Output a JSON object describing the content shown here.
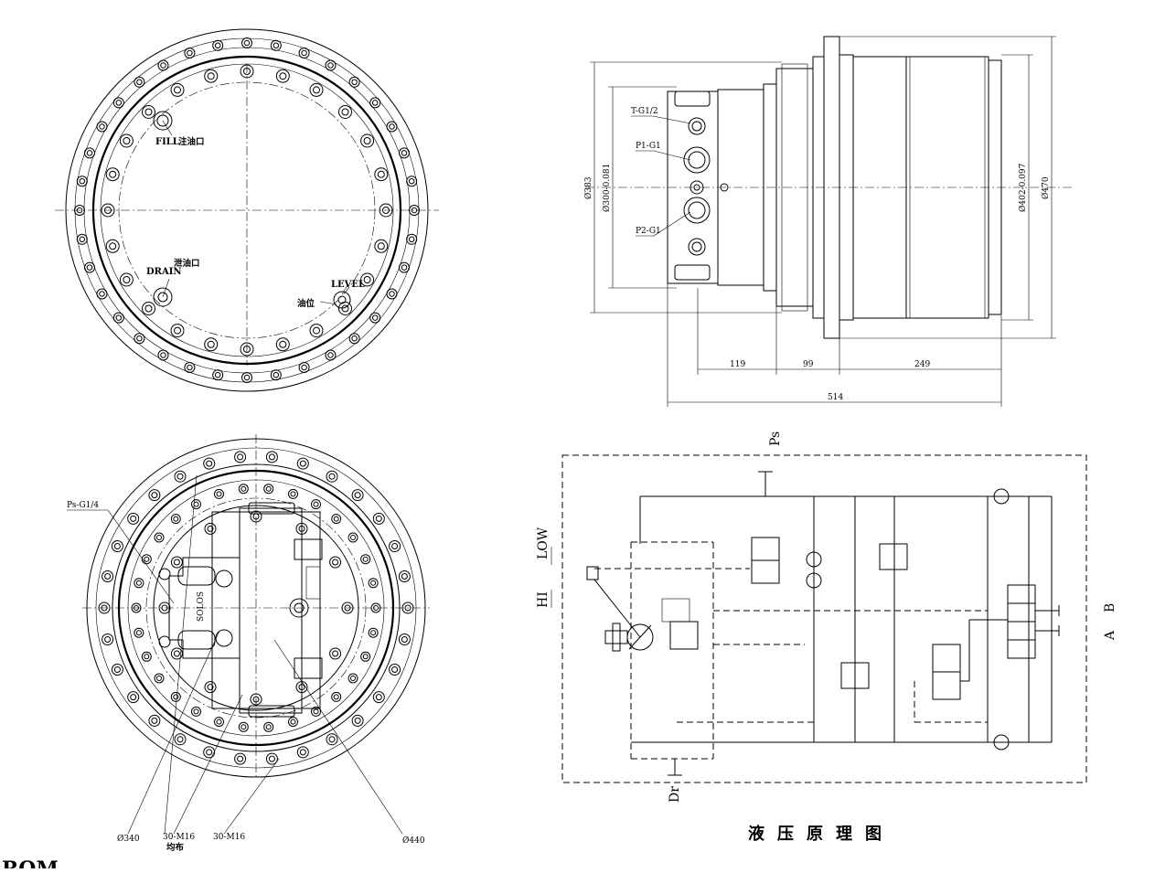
{
  "top_left_view": {
    "fill_label": "FILL",
    "fill_cn": "注油口",
    "drain_label": "DRAIN",
    "drain_cn": "泄油口",
    "level_label": "LEVEL",
    "level_cn": "油位"
  },
  "side_view": {
    "port_t": "T-G1/2",
    "port_p1": "P1-G1",
    "port_p2": "P2-G1",
    "dia_383": "Ø383",
    "dia_300": "Ø300-0.081",
    "dia_402": "Ø402-0.097",
    "dia_470": "Ø470",
    "dim_119": "119",
    "dim_99": "99",
    "dim_249": "249",
    "dim_514": "514"
  },
  "bottom_left_view": {
    "port_ps": "Ps-G1/4",
    "d340": "Ø340",
    "m16_a": "30-M16",
    "m16_a_cn": "均布",
    "m16_b": "30-M16",
    "d440": "Ø440"
  },
  "schematic": {
    "ps": "Ps",
    "dr": "Dr",
    "low": "LOW",
    "hi": "HI",
    "a": "A",
    "b": "B",
    "title": "液压原理图"
  },
  "corner_fragment": "ROM"
}
